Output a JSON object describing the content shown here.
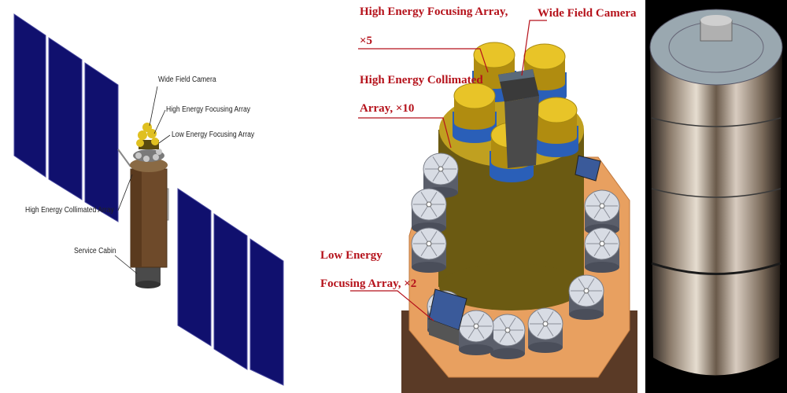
{
  "left_labels": {
    "wide_field_camera": "Wide Field Camera",
    "high_energy_focusing_array": "High Energy Focusing Array",
    "low_energy_focusing_array": "Low Energy Focusing Array",
    "high_energy_collimated_array": "High Energy Collimated Array",
    "service_cabin": "Service Cabin"
  },
  "middle_labels": {
    "high_energy_focusing_array_line1": "High Energy Focusing Array,",
    "high_energy_focusing_array_line2": "×5",
    "wide_field_camera": "Wide Field Camera",
    "high_energy_collimated_array_line1": "High Energy Collimated",
    "high_energy_collimated_array_line2": "Array, ×10",
    "low_energy_focusing_array_line1": "Low Energy",
    "low_energy_focusing_array_line2": "Focusing Array, ×2"
  },
  "colors": {
    "solar_panel": "#10106e",
    "gold": "#d4b42a",
    "olive_body": "#6b5a12",
    "orange_platform": "#e8a060",
    "blue_ring": "#2a5fb8",
    "label_red": "#b5121b"
  }
}
